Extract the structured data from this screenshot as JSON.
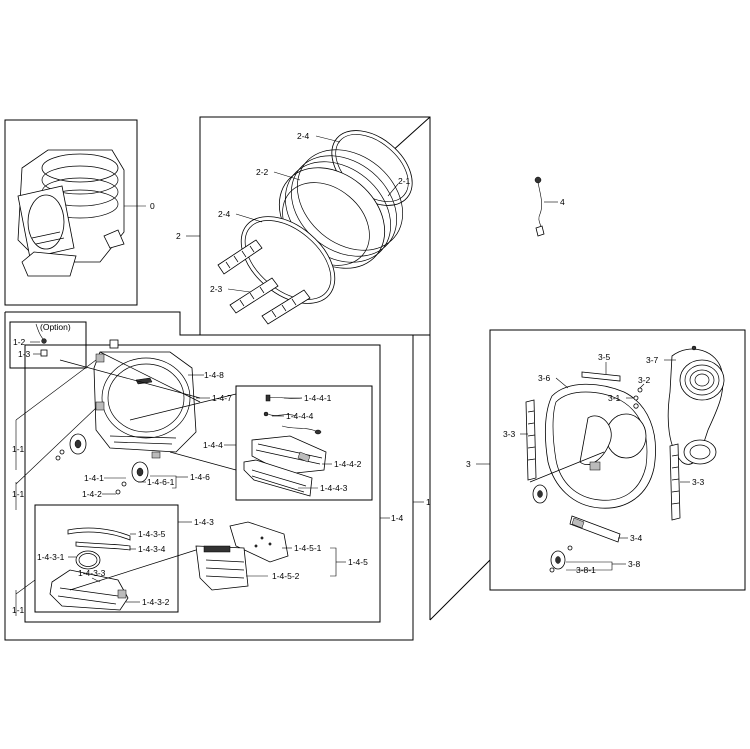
{
  "diagram": {
    "labels": {
      "l0": "0",
      "l2": "2",
      "l2_4a": "2-4",
      "l2_2": "2-2",
      "l2_1": "2-1",
      "l2_4b": "2-4",
      "l2_3": "2-3",
      "l4": "4",
      "option": "(Option)",
      "l1_2": "1-2",
      "l1_3": "1-3",
      "l1_4_8": "1-4-8",
      "l1_4_7": "1-4-7",
      "l1_4_4_1": "1-4-4-1",
      "l1_4_4_4": "1-4-4-4",
      "l1_4_4": "1-4-4",
      "l1_4_4_2": "1-4-4-2",
      "l1_4_4_3": "1-4-4-3",
      "l1_1a": "1-1",
      "l1_1b": "1-1",
      "l1_1c": "1-1",
      "l1_4_1": "1-4-1",
      "l1_4_6_1": "1-4-6-1",
      "l1_4_6": "1-4-6",
      "l1_4_2": "1-4-2",
      "l1_4_3": "1-4-3",
      "l1_4_3_5": "1-4-3-5",
      "l1_4_3_4": "1-4-3-4",
      "l1_4_3_1": "1-4-3-1",
      "l1_4_3_3": "1-4-3-3",
      "l1_4_3_2": "1-4-3-2",
      "l1_4_5_1": "1-4-5-1",
      "l1_4_5": "1-4-5",
      "l1_4_5_2": "1-4-5-2",
      "l1_4": "1-4",
      "l1": "1",
      "l3": "3",
      "l3_5": "3-5",
      "l3_7": "3-7",
      "l3_6": "3-6",
      "l3_2": "3-2",
      "l3_1": "3-1",
      "l3_3a": "3-3",
      "l3_3b": "3-3",
      "l3_4": "3-4",
      "l3_8": "3-8",
      "l3_8_1": "3-8-1"
    }
  }
}
